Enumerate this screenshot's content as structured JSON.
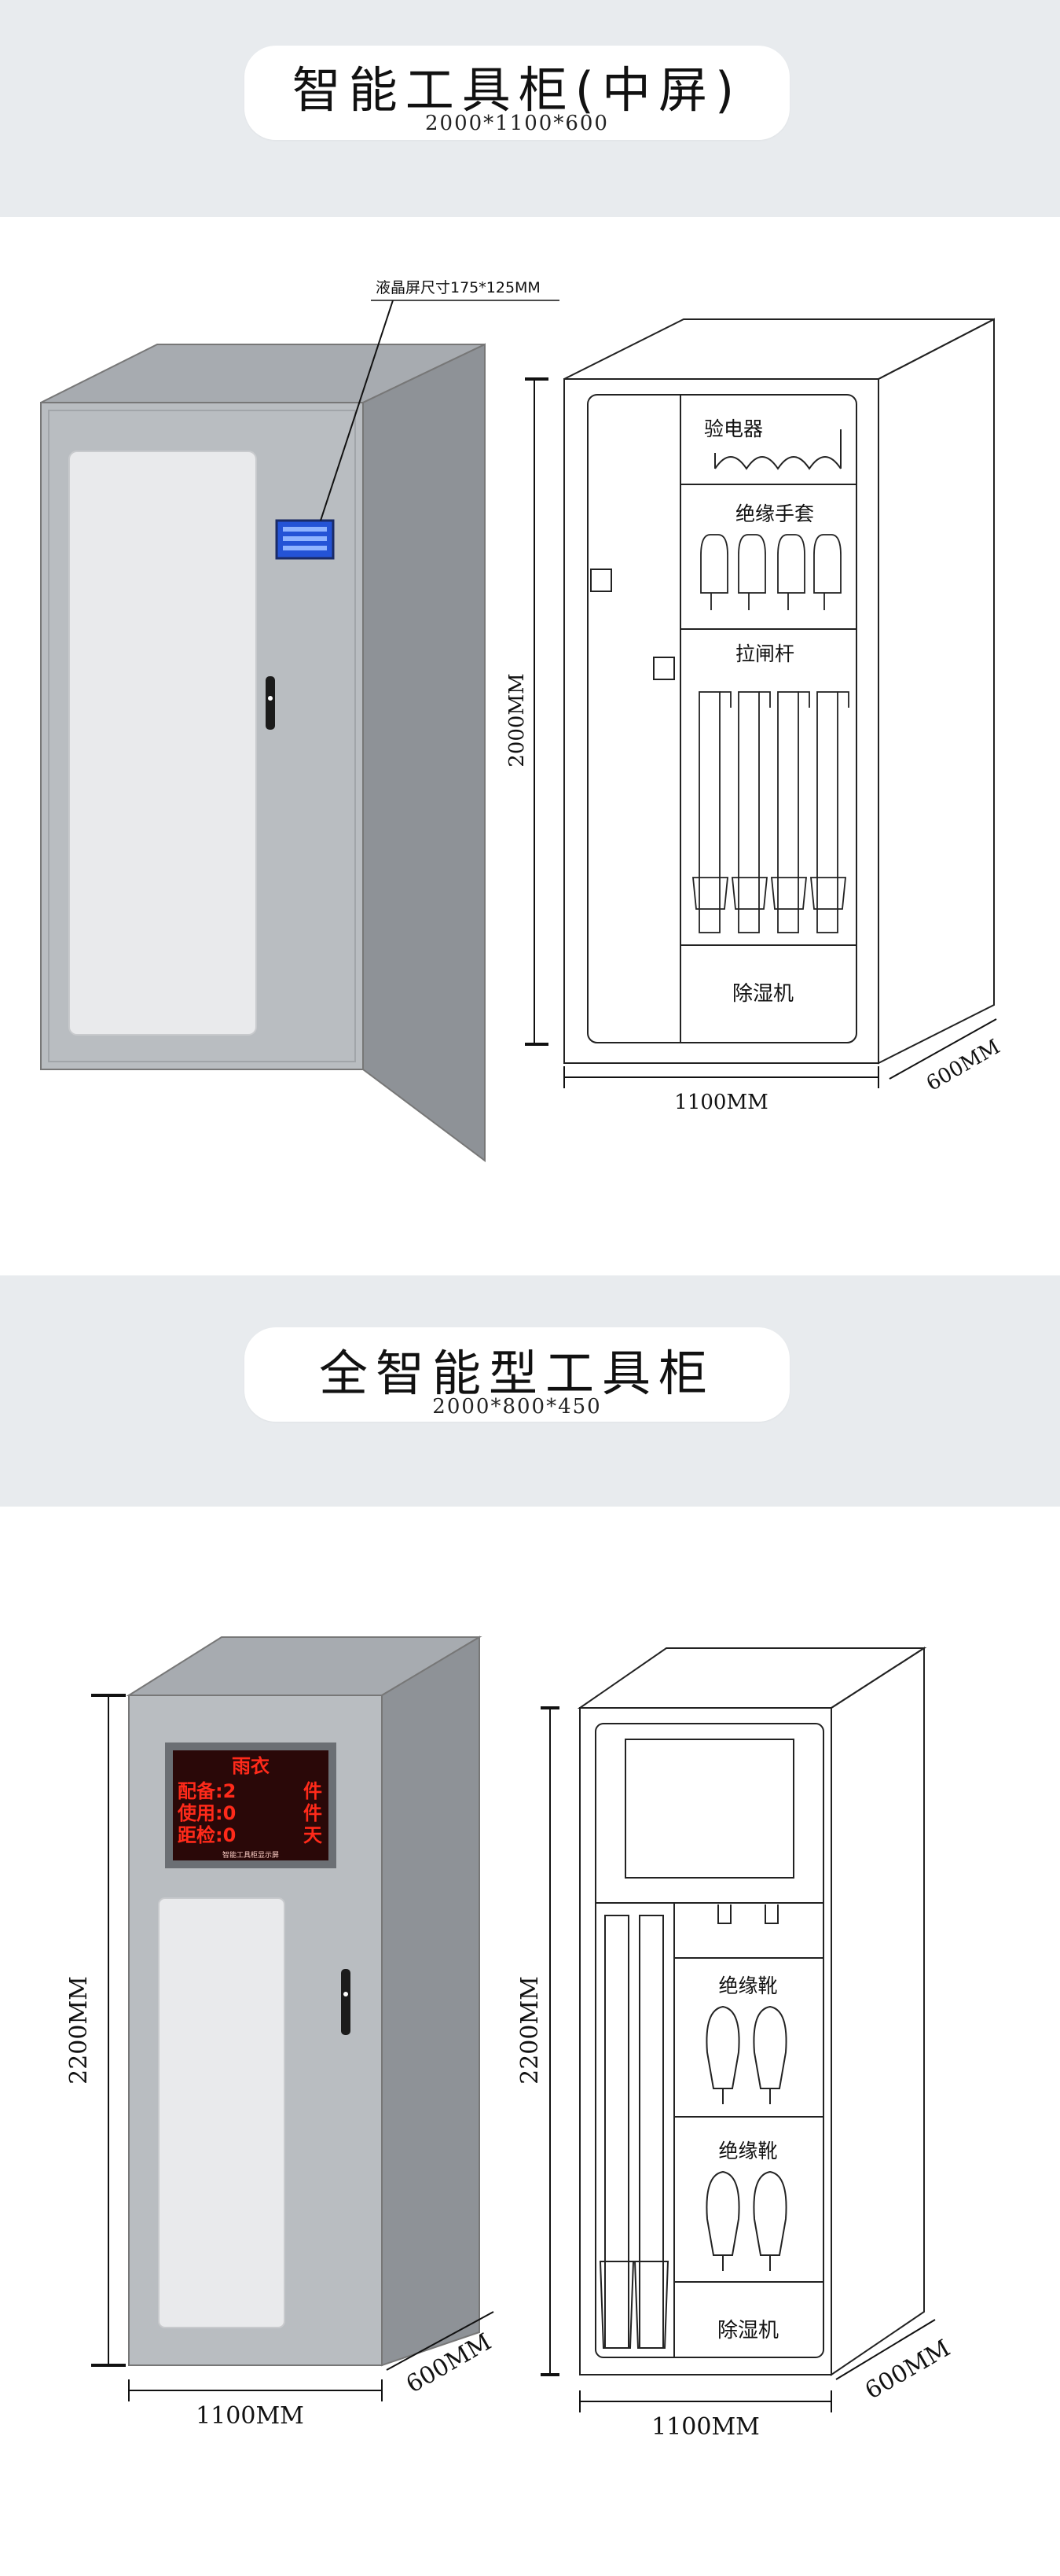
{
  "section1": {
    "title": "智能工具柜(中屏)",
    "dimensions": "2000*1100*600",
    "lcd_callout": "液晶屏尺寸175*125MM",
    "height_label": "2000MM",
    "width_label": "1100MM",
    "depth_label": "600MM",
    "compartments": {
      "tester": "验电器",
      "gloves": "绝缘手套",
      "rod": "拉闸杆",
      "dehumidifier": "除湿机"
    }
  },
  "section2": {
    "title": "全智能型工具柜",
    "dimensions": "2000*800*450",
    "screen": {
      "heading": "雨衣",
      "row1_label": "配备:2",
      "row1_unit": "件",
      "row2_label": "使用:0",
      "row2_unit": "件",
      "row3_label": "距检:0",
      "row3_unit": "天",
      "footer": "智能工具柜显示屏"
    },
    "left_height_label": "2200MM",
    "left_width_label": "1100MM",
    "left_depth_label": "600MM",
    "right_height_label": "2200MM",
    "right_width_label": "1100MM",
    "right_depth_label": "600MM",
    "compartments": {
      "boots1": "绝缘靴",
      "boots2": "绝缘靴",
      "dehumidifier": "除湿机"
    }
  },
  "colors": {
    "band": "#e8ebee",
    "cabinet_front": "#b9bdc1",
    "cabinet_side": "#8e9297",
    "cabinet_top": "#a7abb0",
    "panel": "#e9eaec",
    "lcd_blue": "#2453d6",
    "led_red": "#ff2a1a"
  }
}
